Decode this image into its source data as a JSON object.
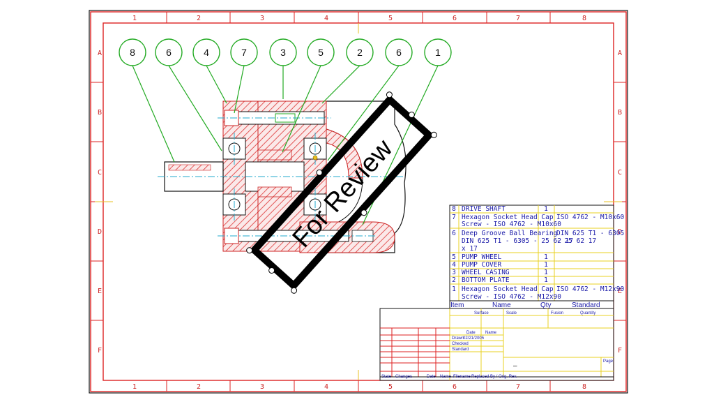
{
  "grid": {
    "columns": [
      "1",
      "2",
      "3",
      "4",
      "5",
      "6",
      "7",
      "8"
    ],
    "rows": [
      "A",
      "B",
      "C",
      "D",
      "E",
      "F"
    ]
  },
  "balloons": [
    "8",
    "6",
    "4",
    "7",
    "3",
    "5",
    "2",
    "6",
    "1"
  ],
  "stamp": {
    "text": "For Review"
  },
  "bom": {
    "headers": {
      "item": "Item",
      "name": "Name",
      "qty": "Qty",
      "standard": "Standard"
    },
    "rows": [
      {
        "item": "8",
        "lines": [
          "DRIVE SHAFT"
        ],
        "qty": "1",
        "standard_lines": []
      },
      {
        "item": "7",
        "lines": [
          "Hexagon Socket Head Cap",
          "Screw - ISO 4762 - M10x60"
        ],
        "qty": "",
        "standard_lines": [
          "ISO 4762 - M10x60"
        ]
      },
      {
        "item": "6",
        "lines": [
          "Deep Groove Ball Bearing",
          "DIN 625 T1 - 6305 - 25 62 17",
          "x 17"
        ],
        "qty": "",
        "standard_lines": [
          "DIN 625 T1 - 6305",
          "- 25 62 17"
        ]
      },
      {
        "item": "5",
        "lines": [
          "PUMP WHEEL"
        ],
        "qty": "1",
        "standard_lines": []
      },
      {
        "item": "4",
        "lines": [
          "PUMP COVER"
        ],
        "qty": "1",
        "standard_lines": []
      },
      {
        "item": "3",
        "lines": [
          "WHEEL CASING"
        ],
        "qty": "1",
        "standard_lines": []
      },
      {
        "item": "2",
        "lines": [
          "BOTTOM PLATE"
        ],
        "qty": "1",
        "standard_lines": []
      },
      {
        "item": "1",
        "lines": [
          "Hexagon Socket Head Cap",
          "Screw - ISO 4762 - M12x90"
        ],
        "qty": "",
        "standard_lines": [
          "ISO 4762 - M12x90"
        ]
      }
    ]
  },
  "title_block": {
    "surface": "Surface",
    "scale": "Scale",
    "fusion": "Fusion",
    "quantity": "Quantity",
    "date": "Date",
    "name": "Name",
    "drawn": "Drawn",
    "drawn_date": "02/21/2005",
    "checked": "Checked",
    "standard": "Standard",
    "page": "Page",
    "dash": "–",
    "state": "State",
    "changes": "Changes",
    "date2": "Date",
    "name2": "Name",
    "footer_extra": "Filename",
    "footer_tail": "Replaced By / Orig. Rev."
  },
  "colors": {
    "border_red": "#dd2222",
    "frame_black": "#111111",
    "hatch": "#dd3333",
    "center_line": "#22aacc",
    "balloon": "#22aa22",
    "title_yellow": "#e8d020",
    "text_blue": "#1a1aa8"
  }
}
